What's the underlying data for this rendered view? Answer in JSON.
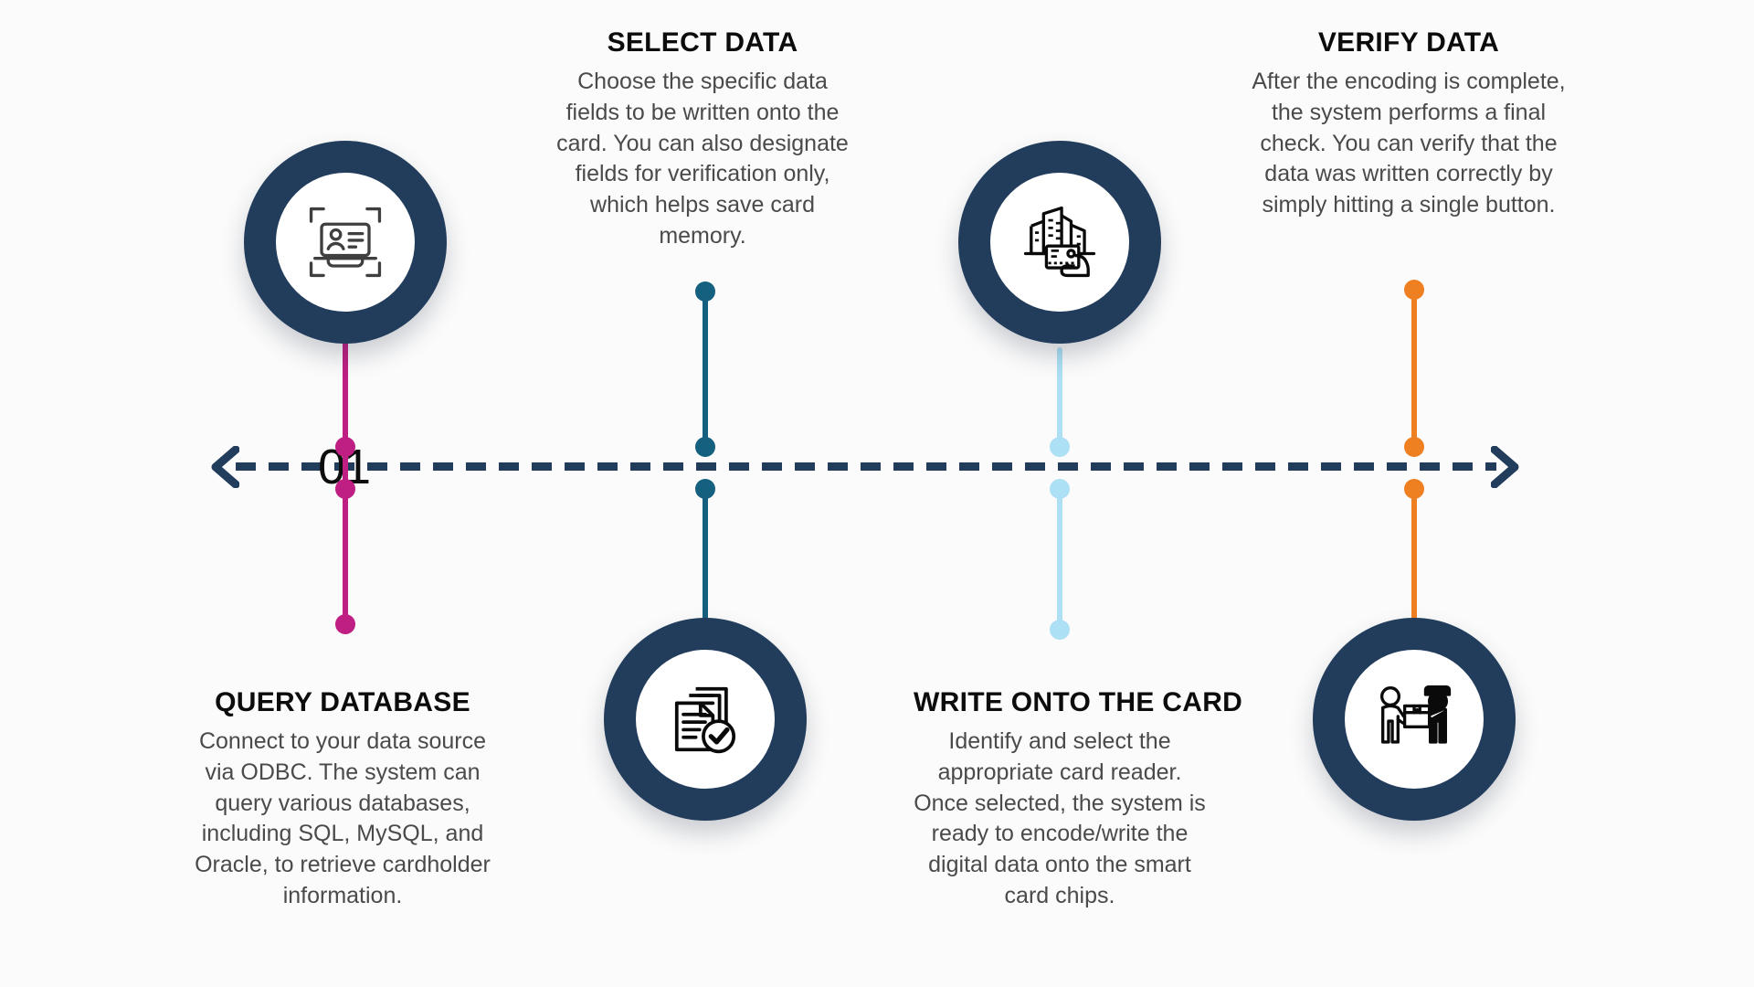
{
  "theme": {
    "background": "#fbfbfb",
    "circle_ring": "#223c5c",
    "circle_fill": "#ffffff",
    "axis_color": "#223c5c",
    "heading_color": "#0c0c0c",
    "body_color": "#4a4a4a"
  },
  "timeline": {
    "step_number": "01",
    "axis_name": "process-timeline-axis",
    "left_arrow": "arrow-left",
    "right_arrow": "arrow-right"
  },
  "steps": [
    {
      "id": "query-database",
      "index": "1",
      "title": "QUERY DATABASE",
      "body": "Connect to your data source via ODBC. The system can query various databases, including SQL, MySQL, and Oracle, to retrieve cardholder information.",
      "accent": "#bf1e82",
      "icon": "id-card-scan-icon",
      "circle_position": "above-axis",
      "text_position": "below-axis"
    },
    {
      "id": "select-data",
      "index": "2",
      "title": "SELECT DATA",
      "body": "Choose the specific data fields to be written onto the card. You can also designate fields for verification only, which helps save card memory.",
      "accent": "#16607f",
      "icon": "documents-check-icon",
      "circle_position": "below-axis",
      "text_position": "above-axis"
    },
    {
      "id": "write-onto-the-card",
      "index": "3",
      "title": "WRITE ONTO THE CARD",
      "body": "Identify and select the appropriate card reader. Once selected, the system is ready to encode/write the digital data onto the smart card chips.",
      "accent": "#ace0f4",
      "icon": "building-card-reader-icon",
      "circle_position": "above-axis",
      "text_position": "below-axis"
    },
    {
      "id": "verify-data",
      "index": "4",
      "title": "VERIFY DATA",
      "body": "After the encoding is complete, the system performs a final check. You can verify that the data was written correctly by simply hitting a single button.",
      "accent": "#ef8022",
      "icon": "package-handoff-icon",
      "circle_position": "below-axis",
      "text_position": "above-axis"
    }
  ]
}
